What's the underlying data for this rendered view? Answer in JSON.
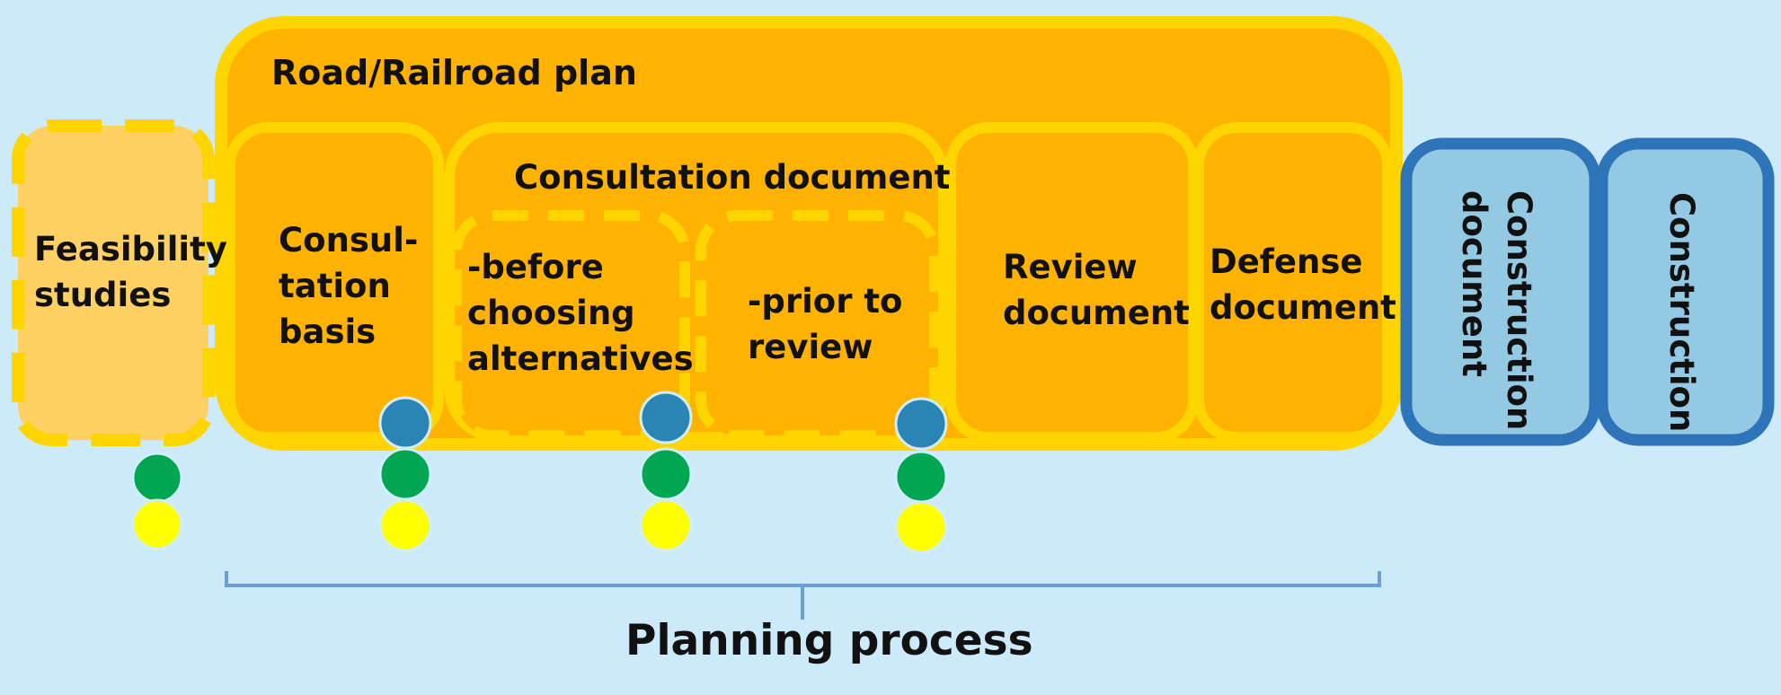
{
  "diagram": {
    "road_plan": {
      "label": "Road/Railroad plan"
    },
    "feasibility": {
      "label": "Feasibility\nstudies"
    },
    "consultation_basis": {
      "label": "Consul-\ntation\nbasis"
    },
    "consultation_document": {
      "label": "Consultation document",
      "before": {
        "label": "-before\nchoosing\nalternatives"
      },
      "prior": {
        "label": "-prior to\nreview"
      }
    },
    "review_document": {
      "label": "Review\ndocument"
    },
    "defense_document": {
      "label": "Defense\ndocument"
    },
    "construction_document": {
      "label": "Construction\ndocument"
    },
    "construction": {
      "label": "Construction"
    },
    "planning_process": {
      "label": "Planning process"
    }
  },
  "colors": {
    "background": "#cdeafb",
    "plan_fill": "#ffb300",
    "plan_border": "#ffd500",
    "feasibility_fill": "#ffd062",
    "construction_fill": "#94c9e4",
    "construction_border": "#2e74b8",
    "dot_blue": "#2a85b5",
    "dot_green": "#00a651",
    "dot_yellow": "#ffff00",
    "bracket": "#6aa0d4"
  }
}
